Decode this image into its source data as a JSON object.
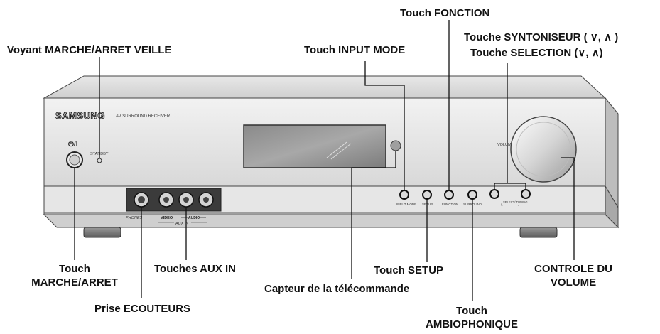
{
  "device": {
    "brand": "SAMSUNG",
    "model_text": "AV SURROUND RECEIVER",
    "standby_label": "STANDBY",
    "power_symbol": "⏻/I",
    "volume_label": "VOLUME",
    "phones_label": "PHONES",
    "video_label": "VIDEO",
    "audio_label": "AUDIO",
    "aux_in_label": "AUX IN",
    "buttons": {
      "input_mode": "INPUT MODE",
      "setup": "SETUP",
      "function": "FUNCTION",
      "surround": "SURROUND",
      "select_tuning": "SELECT/ TUNING"
    }
  },
  "callouts": {
    "fonction": "Touch FONCTION",
    "syntoniseur": "Touche SYNTONISEUR ( ∨, ∧ )",
    "selection": "Touche SELECTION (∨, ∧)",
    "voyant": "Voyant MARCHE/ARRET VEILLE",
    "input_mode": "Touch INPUT MODE",
    "marche_line1": "Touch",
    "marche_line2": "MARCHE/ARRET",
    "aux_in": "Touches AUX IN",
    "setup": "Touch SETUP",
    "volume_line1": "CONTROLE DU",
    "volume_line2": "VOLUME",
    "capteur": "Capteur de la télécommande",
    "ecouteurs": "Prise ECOUTEURS",
    "ambio_line1": "Touch",
    "ambio_line2": "AMBIOPHONIQUE"
  }
}
